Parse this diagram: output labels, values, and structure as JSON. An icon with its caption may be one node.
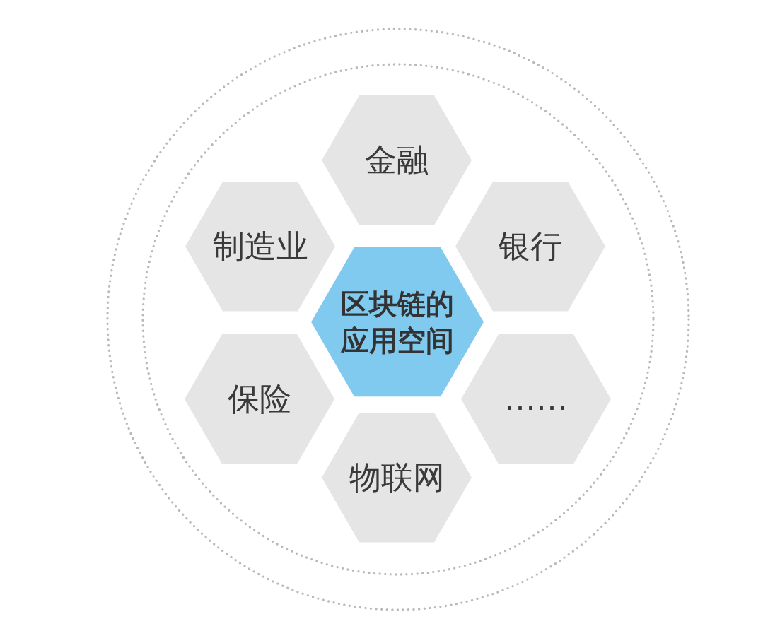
{
  "diagram": {
    "nodes": [
      {
        "text": [
          "金融"
        ]
      },
      {
        "text": [
          "制造业"
        ]
      },
      {
        "text": [
          "银行"
        ]
      },
      {
        "text": [
          "区块链的应用空间"
        ]
      },
      {
        "text": [
          "保险"
        ]
      },
      {
        "text": [
          "……"
        ]
      },
      {
        "text": [
          "物联网"
        ]
      }
    ]
  }
}
